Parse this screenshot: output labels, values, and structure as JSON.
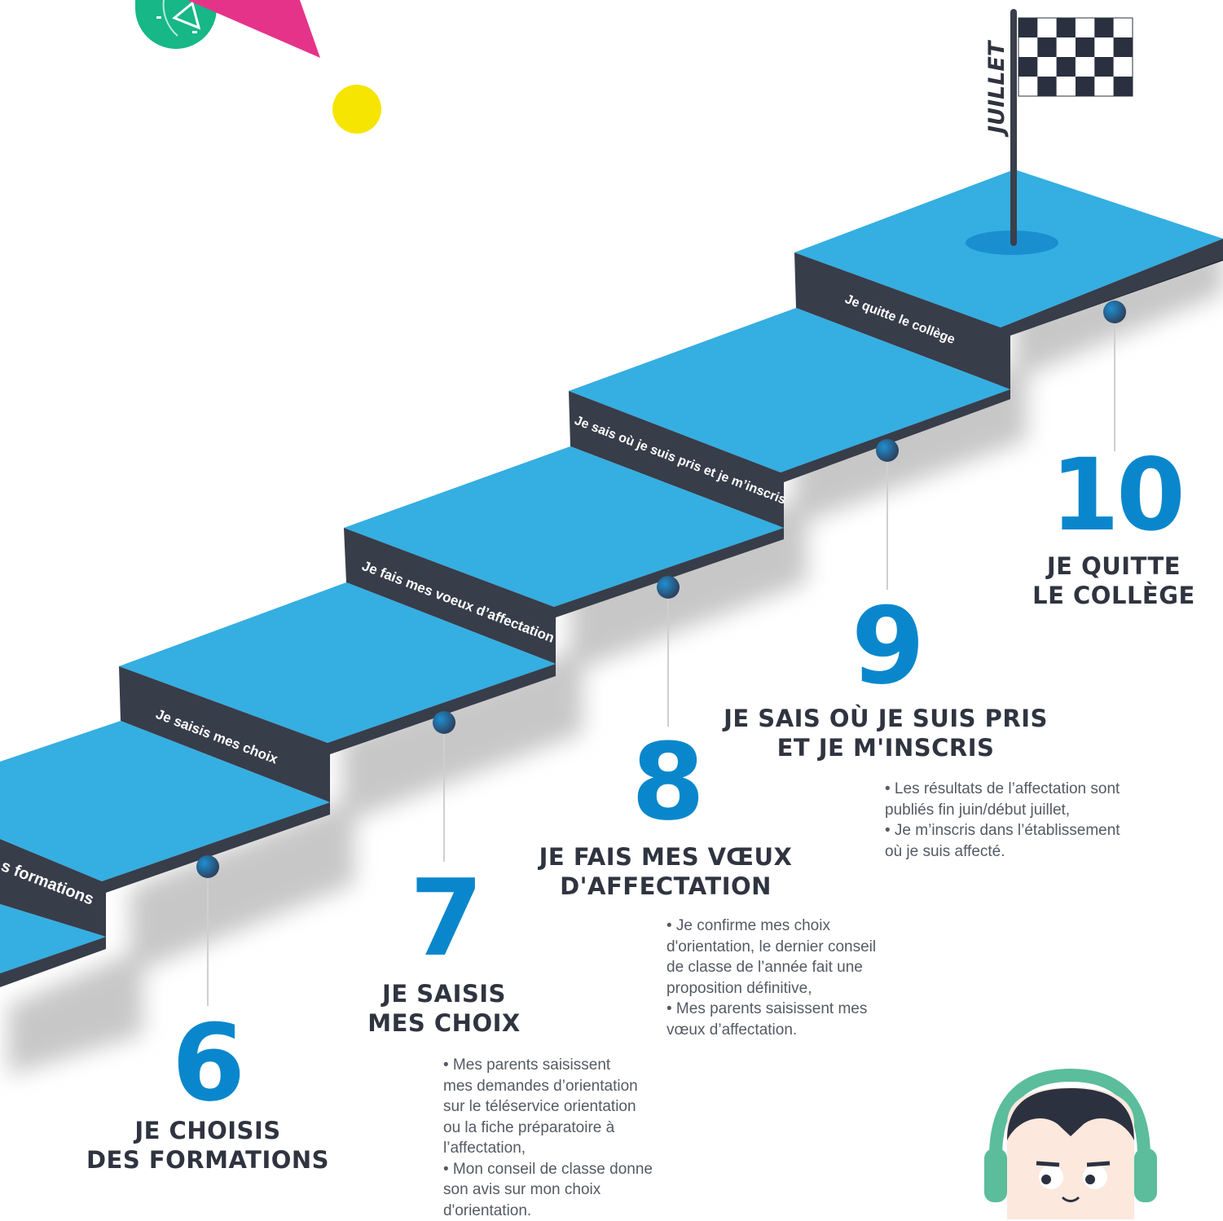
{
  "colors": {
    "accent_blue": "#0a87cc",
    "stair_top": "#35aee2",
    "stair_riser": "#383d4a",
    "title_dark": "#2f3440",
    "text_grey": "#555a63",
    "pink": "#e6338a",
    "yellow": "#f6e500",
    "teal": "#17b787"
  },
  "flag": {
    "label": "JUILLET",
    "icon": "checkered-flag-icon"
  },
  "stairs": [
    {
      "riser_label": "Je choisis des formations"
    },
    {
      "riser_label": "Je saisis mes choix"
    },
    {
      "riser_label": "Je fais mes voeux d’affectation"
    },
    {
      "riser_label": "Je sais où je suis pris et je m’inscris"
    },
    {
      "riser_label": "Je quitte le collège"
    }
  ],
  "riser_visible_text": [
    "s formations",
    "Je saisis mes choix",
    "Je fais mes voeux d’affectation",
    "Je sais où je suis pris et je m’inscris",
    "Je quitte le collège"
  ],
  "steps": [
    {
      "number": "6",
      "title_line1": "JE CHOISIS",
      "title_line2": "DES FORMATIONS",
      "description": []
    },
    {
      "number": "7",
      "title_line1": "JE SAISIS",
      "title_line2": "MES CHOIX",
      "description": [
        "• Mes parents saisissent",
        "mes demandes d’orientation",
        "sur le téléservice orientation",
        "ou la fiche préparatoire à",
        "l’affectation,",
        "• Mon conseil de classe donne",
        "son avis sur mon choix",
        "d'orientation."
      ]
    },
    {
      "number": "8",
      "title_line1": "JE FAIS MES VŒUX",
      "title_line2": "D'AFFECTATION",
      "description": [
        "• Je confirme mes choix",
        "d'orientation, le dernier conseil",
        "de classe de l’année fait une",
        "proposition définitive,",
        "• Mes parents saisissent mes",
        "vœux d’affectation."
      ]
    },
    {
      "number": "9",
      "title_line1": "JE SAIS OÙ JE SUIS PRIS",
      "title_line2": "ET JE M'INSCRIS",
      "description": [
        "• Les résultats de l’affectation sont",
        "publiés fin juin/début juillet,",
        "• Je m’inscris dans l’établissement",
        "où je suis affecté."
      ]
    },
    {
      "number": "10",
      "title_line1": "JE QUITTE",
      "title_line2": "LE COLLÈGE",
      "description": []
    }
  ],
  "decorations": {
    "teal_clock": "clock-icon",
    "pink_triangle": "triangle-shape",
    "yellow_dot": "circle-shape",
    "mascot": "headphones-character-icon"
  }
}
